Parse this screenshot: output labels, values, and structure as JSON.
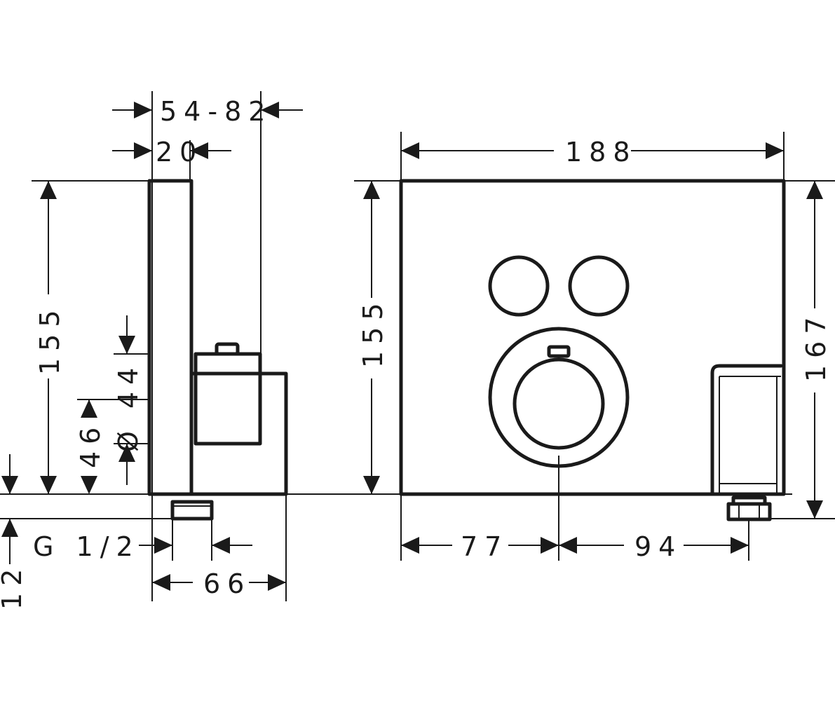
{
  "dimensions": {
    "depth_range": "54-82",
    "plate_depth": "20",
    "side_height": "155",
    "diameter": "Ø 44",
    "height_46": "46",
    "thread": "G 1/2",
    "dim_12": "12",
    "depth_66": "66",
    "width": "188",
    "front_height": "155",
    "total_height": "167",
    "left_offset": "77",
    "right_offset": "94"
  }
}
